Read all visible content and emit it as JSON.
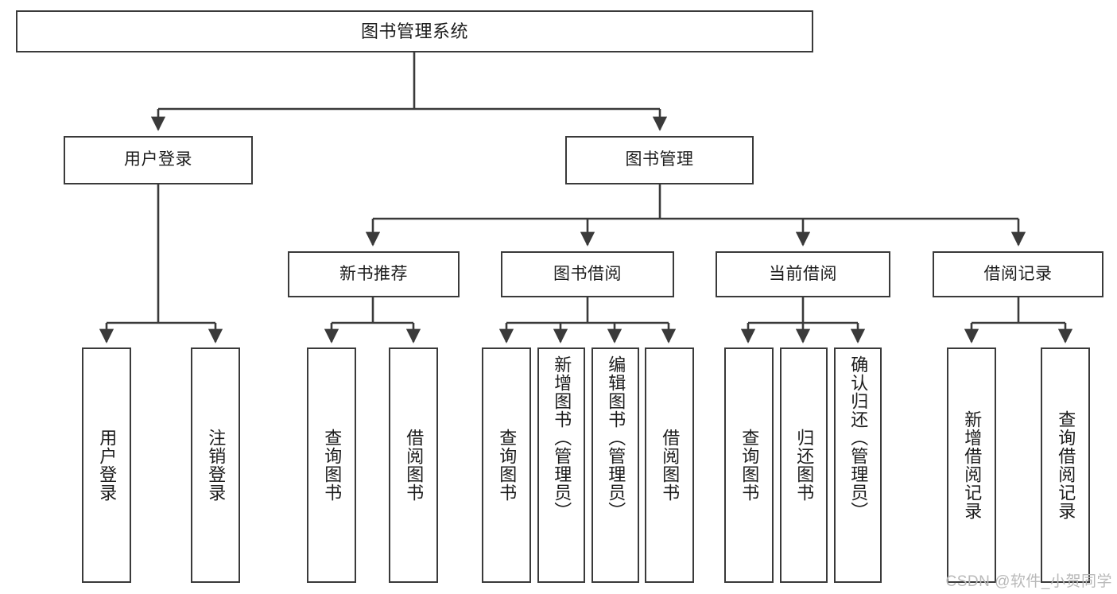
{
  "diagram": {
    "title": "图书管理系统",
    "type": "tree-hierarchy",
    "watermark": "CSDN @软件_小贺同学",
    "line_color": "#3a3a3a",
    "box_fill": "#ffffff",
    "text_color": "#1c1c1c"
  },
  "root": {
    "label": "图书管理系统"
  },
  "level2": [
    {
      "label": "用户登录"
    },
    {
      "label": "图书管理"
    }
  ],
  "level3": [
    {
      "label": "新书推荐"
    },
    {
      "label": "图书借阅"
    },
    {
      "label": "当前借阅"
    },
    {
      "label": "借阅记录"
    }
  ],
  "leaves": {
    "user_login": [
      {
        "label": "用户登录"
      },
      {
        "label": "注销登录"
      }
    ],
    "new_book": [
      {
        "label": "查询图书"
      },
      {
        "label": "借阅图书"
      }
    ],
    "book_borrow": [
      {
        "label": "查询图书"
      },
      {
        "label": "新增图书（管理员）"
      },
      {
        "label": "编辑图书（管理员）"
      },
      {
        "label": "借阅图书"
      }
    ],
    "current_borrow": [
      {
        "label": "查询图书"
      },
      {
        "label": "归还图书"
      },
      {
        "label": "确认归还（管理员）"
      }
    ],
    "borrow_record": [
      {
        "label": "新增借阅记录"
      },
      {
        "label": "查询借阅记录"
      }
    ]
  }
}
